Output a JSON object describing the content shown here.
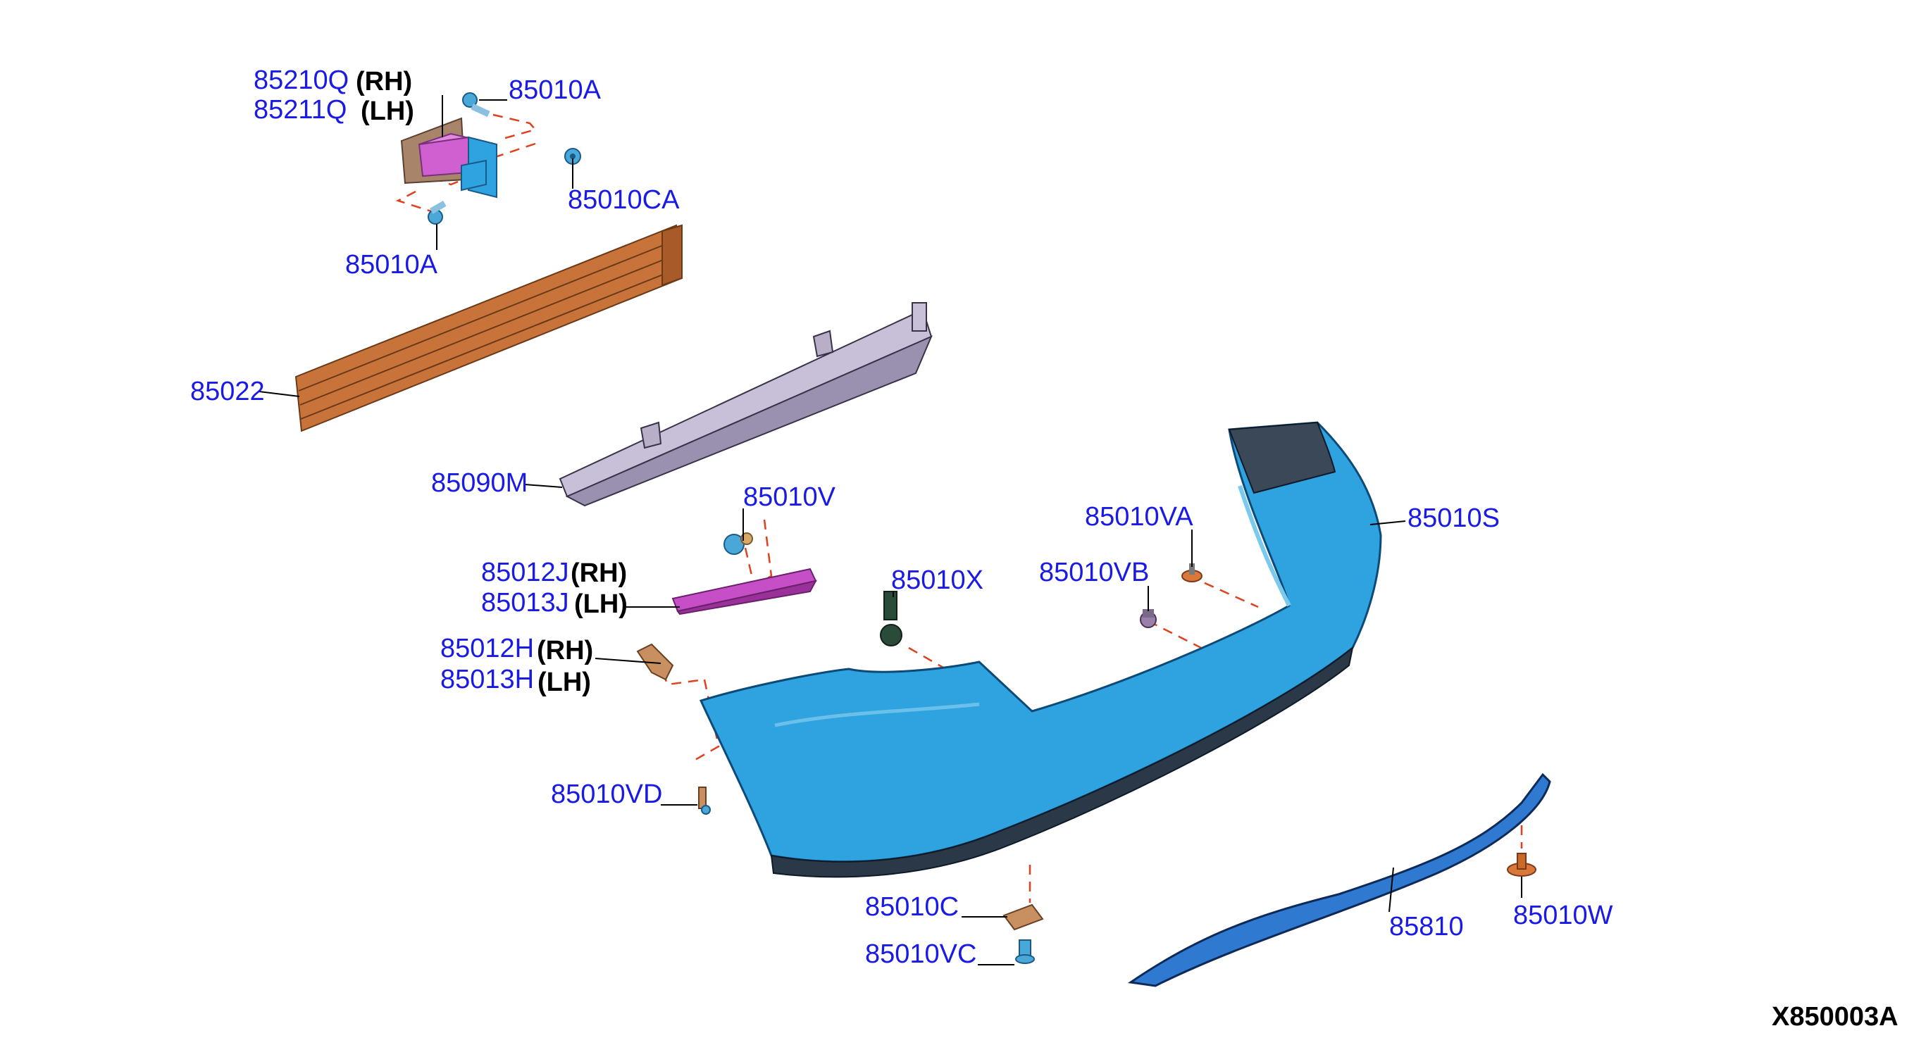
{
  "diagram_code": "X850003A",
  "parts": {
    "p85210Q": "85210Q",
    "p85210Q_side": "(RH)",
    "p85211Q": "85211Q",
    "p85211Q_side": "(LH)",
    "p85010A_top": "85010A",
    "p85010CA": "85010CA",
    "p85010A_bottom": "85010A",
    "p85022": "85022",
    "p85090M": "85090M",
    "p85010V": "85010V",
    "p85012J": "85012J",
    "p85012J_side": "(RH)",
    "p85013J": "85013J",
    "p85013J_side": "(LH)",
    "p85012H": "85012H",
    "p85012H_side": "(RH)",
    "p85013H": "85013H",
    "p85013H_side": "(LH)",
    "p85010X": "85010X",
    "p85010VA": "85010VA",
    "p85010VB": "85010VB",
    "p85010S": "85010S",
    "p85010VD": "85010VD",
    "p85010C": "85010C",
    "p85010VC": "85010VC",
    "p85810": "85810",
    "p85010W": "85010W"
  },
  "colors": {
    "callout_text": "#1a1ae6",
    "bumper_cover": "#2fa3e0",
    "reinforcement": "#c8733a",
    "absorber": "#b8aec8",
    "bracket_magenta": "#c64fc8",
    "fastener_blue": "#4aa8d8",
    "fastener_orange": "#d8783a",
    "assembly_lines": "#e0401e"
  }
}
